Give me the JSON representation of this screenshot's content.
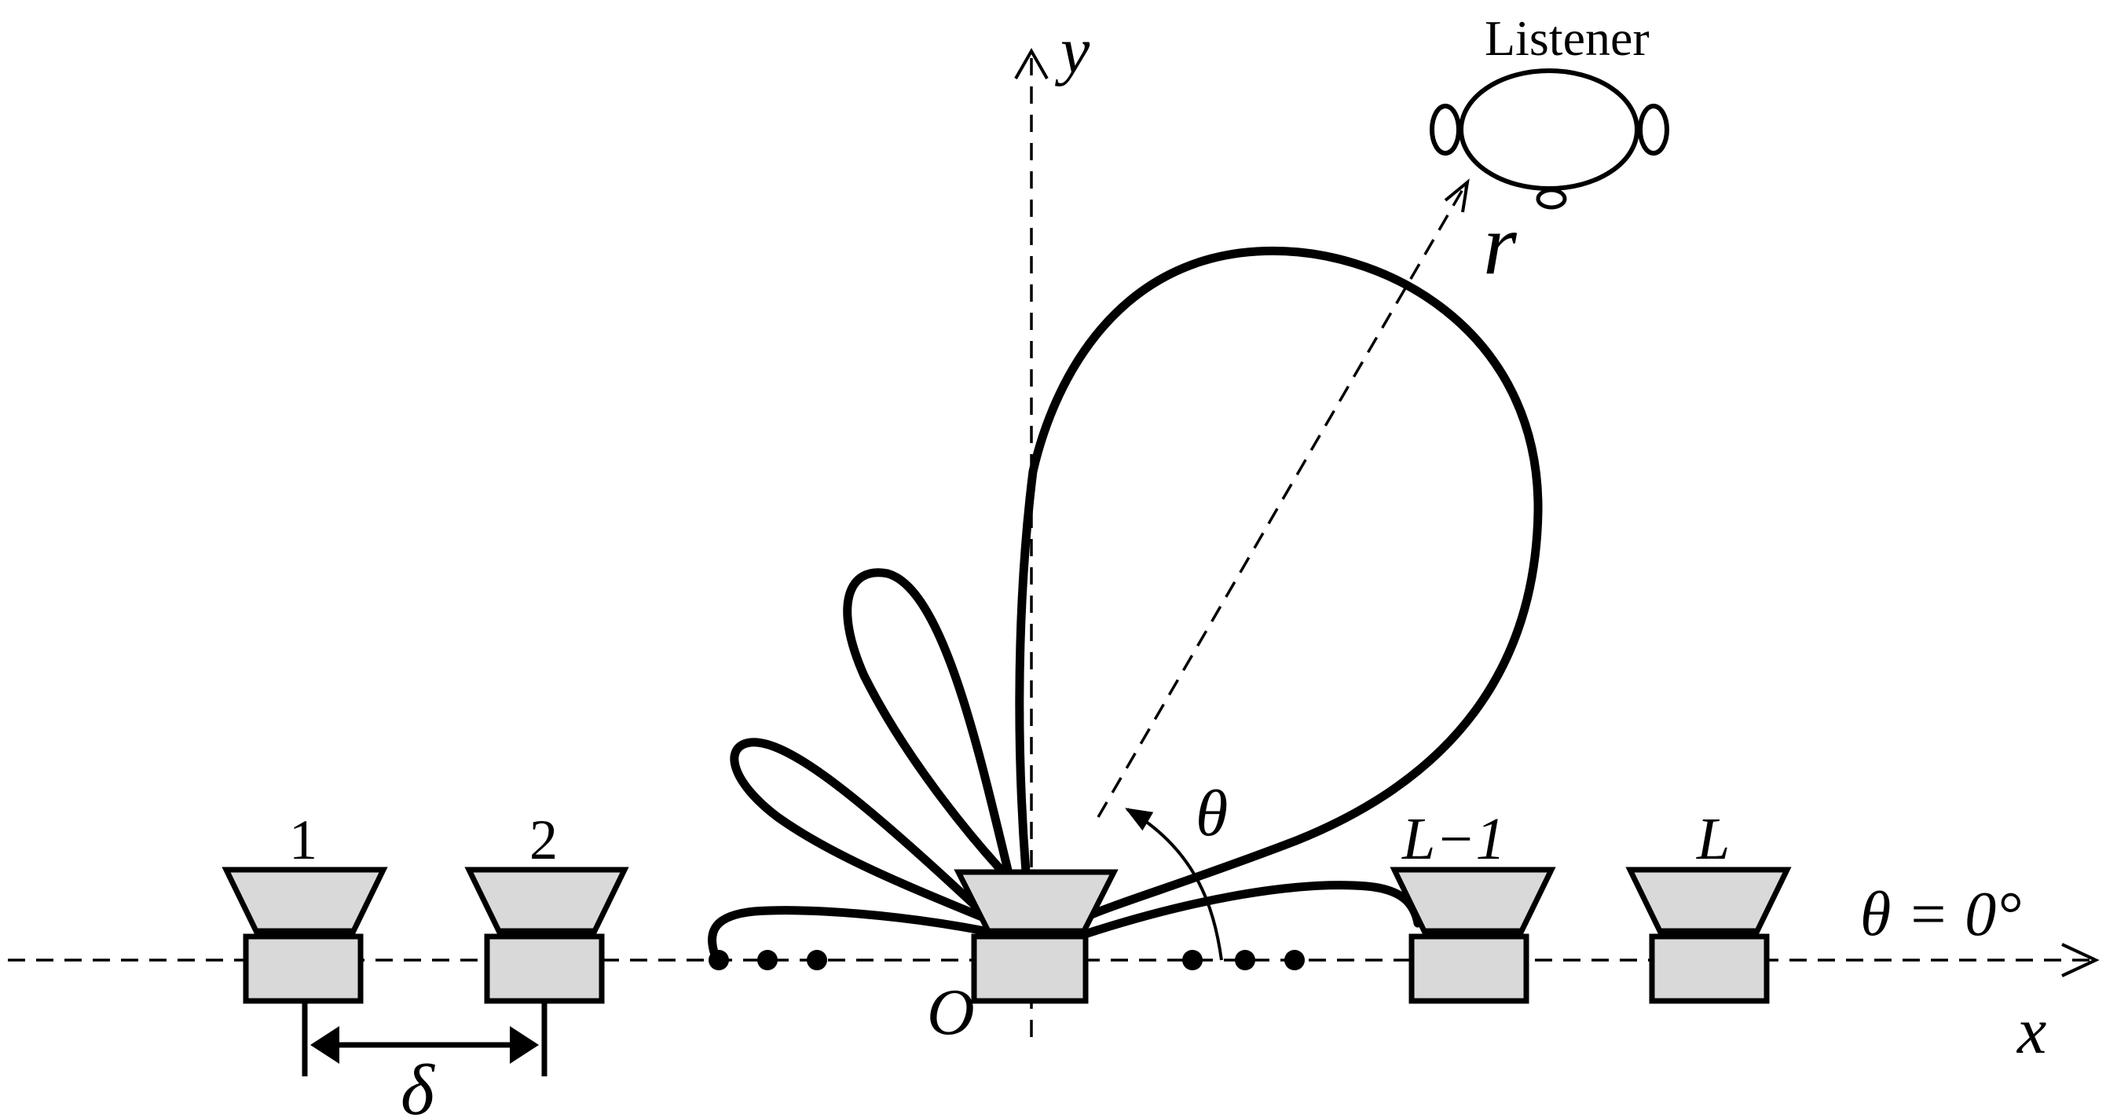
{
  "labels": {
    "listener": "Listener",
    "y_axis": "y",
    "x_axis": "x",
    "origin": "O",
    "r": "r",
    "theta": "θ",
    "theta_zero": "θ = 0°",
    "delta": "δ",
    "speaker_1": "1",
    "speaker_2": "2",
    "speaker_L_minus_1": "L−1",
    "speaker_L": "L"
  }
}
